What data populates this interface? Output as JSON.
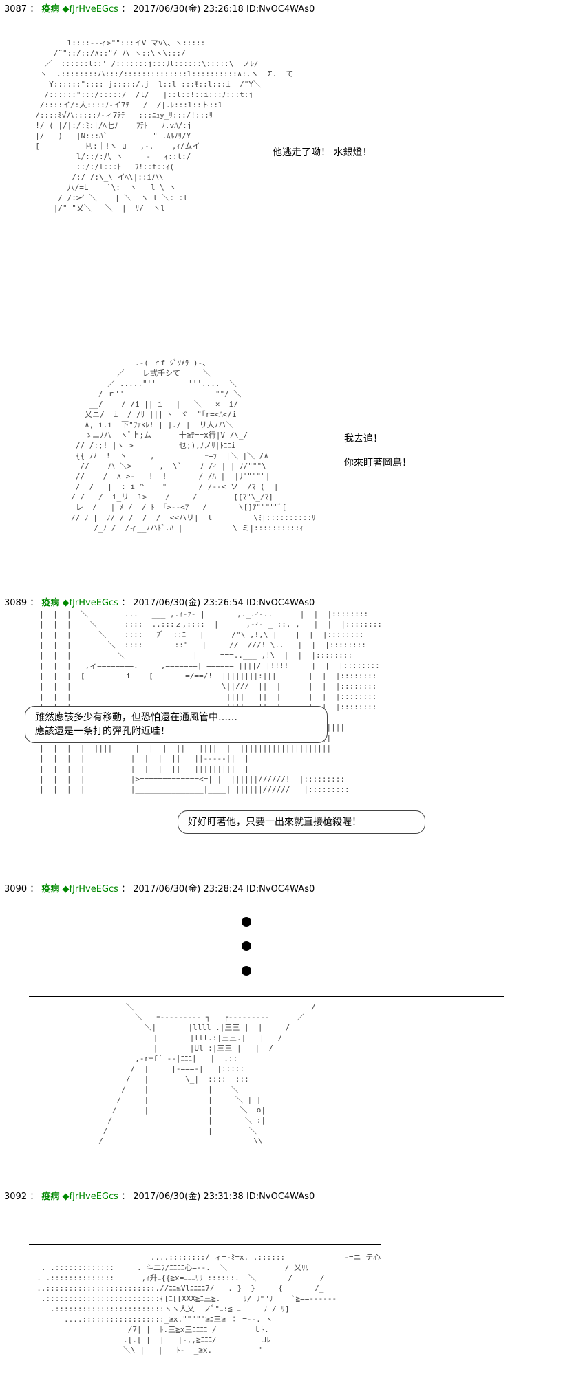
{
  "posts": [
    {
      "number": "3087",
      "name": "疫病",
      "trip": "◆fJrHveEGcs",
      "datetime": "2017/06/30(金) 23:26:18 ID:NvOC4WAs0"
    },
    {
      "number": "3089",
      "name": "疫病",
      "trip": "◆fJrHveEGcs",
      "datetime": "2017/06/30(金) 23:26:54 ID:NvOC4WAs0"
    },
    {
      "number": "3090",
      "name": "疫病",
      "trip": "◆fJrHveEGcs",
      "datetime": "2017/06/30(金) 23:28:24 ID:NvOC4WAs0"
    },
    {
      "number": "3092",
      "name": "疫病",
      "trip": "◆fJrHveEGcs",
      "datetime": "2017/06/30(金) 23:31:38 ID:NvOC4WAs0"
    }
  ],
  "dialogue": {
    "line1": "他逃走了呦！ 水銀燈！",
    "line2": "我去追！",
    "line3": "你來盯著岡島！",
    "bubble1_line1": "雖然應該多少有移動，但恐怕還在通風管中……",
    "bubble1_line2": "應該還是一条打的彈孔附近哇！",
    "bubble2": "好好盯著他，只要一出來就直接槍殺喔！"
  },
  "ascii_art": {
    "art1": "         l::::--ィ>\"\":::イV マv\\、ヽ:::::\n      /¨\"::/::/∧::\"/ ハ ヽ::\\ヽ\\:::/\n    ／  ::::::l::' /:::::::j:::ﾘl::::::\\:::::\\  ノﾚ/\n   ヽ  .::::::::ハ:::/::::::::::::::l::::::::::∧:.ヽ  Σ.  て\n     Y::::::\":::: j:::::/.j  l::l :::ﾓ::l:::i  /\"Y＼\n    /::::::\":::/:::::/  /l/   |::l::!::i:::ﾉ:::t:j\n   /::::イ/:人::::ﾉ-イ7ﾃ   /__/|.ﾚ:::l::ト::l\n  /::::ﾐ√ハ:::::ﾉ-ィ7ﾃﾃ   :::ﾆｭy_ﾘ:::/!:::ﾘ\n  !/ ( |/|:/:ﾐ:|/ﾍ七ﾉ    ﾌﾃﾄ   ﾉ.vﾊ/:j\n  |/   )   |N:::ﾊ`          \" .ﾑﾙﾉﾘ/Y\n  [          ﾄﾘ:｜!ヽ u   ,-.    ,ｨ/ムイ\n           l/::/:八 ヽ     -   ｨ::t:/\n           ::/:/l:::ﾄ   ﾌ!::t::ｨ(\n          /:/ /:\\_\\ イﾍ\\|::iハ\\\n         八/=L    `\\:  ヽ   l \\ ヽ\n       / /:>ｲ ＼    | ＼  ヽ l ＼:_:l\n      |/\" \"乂＼   ＼  |  ﾘ/  ヽl",
    "art2": "                .-( ｒf ｼﾞｿﾒﾗ )-、\n            ／    レ弍壬シて     ＼\n          ／ .....\"''       '''....  ＼\n        / ｒ''                    \"\"/ ＼\n      __/    / /i || i   |   ＼   ×  i/\n     乂ニ/  i  / /ﾘ ||| ﾄ  ヾ  \"｢r=<ﾊ</i\n     ∧, i.i  下\"ﾌﾃkﾚ! |_]./ |  リ人ﾉハ＼\n     ゝニﾉハ  ヽﾞ上;ム      十≧ﾃ==x行|V /\\_/\n   // /:;! |ヽ >          乜;),ﾉノﾘ|ﾄﾆﾆi\n   {{ ﾉﾉ  !  ヽ     ,           ｰ=ﾗ  |＼ |＼ /∧\n    //    ハ ＼>      ,  \\`    ﾉ /ｨ | | ﾉ/\"\"\"\\\n   //    /  ∧ >-   !  !       / /ﾊ |  |ﾘ\"\"\"\"\"|\n   /  /   |  : i ^    \"       / /--< ソ  /ﾏ (  |\n  / /   /  i_リ  l>    /     /        [[ﾏ\"\\_/ﾏ]\n   レ  /   | ﾒ /  / ﾄ 「>--<ｱ   /       \\[]ｱ\"\"\"\"\"ﾞ[\n  // ﾉ |  ﾉ/ / /  /  /  <<ハリ|  l         \\ﾐ|::::::::::ﾘ\n       /_ﾉ /  /ィ__ﾉハﾄﾞ.ﾊ |           \\ ミ|::::::::::ｨ",
    "art3": "  |  |  |  ＼        ...   ___ ,.ｨ-ｧ- |       ,._.ｨ-..      |  |  |::::::::\n  |  |  |    ＼      ::::  ..:::ｚ,::::  |      ,-ｨ- _ ::, ,   |  |  |::::::::\n  |  |  |      ＼    ::::   ﾌﾞ  ::ﾆ   |      /\"\\ ,!,\\ |    |  |  |::::::::\n  |  |  |        ＼  ::::       ::\"   |     //  ///! \\..   |  |  |::::::::\n  |  |  |          ＼               |     ===..___ ,!\\  |  |  |::::::::\n  |  |  |   ,ィ========.     ,=======| ====== ||||/ |!!!!     |  |  |::::::::\n  |  |  |  [_________i    [_______=/==/!  ||||||||:|||       |  |  |::::::::\n  |  |  |                                 \\||///  ||  |      |  |  |::::::::\n  |  |  |                                  ||||   ||  |      |  |  |::::::::\n  |  |  |                                  ||||   ||  |      |  |  |::::::::\n  ______                                   ||||   ||  |\n  ====_|  ====_ __    |__||  :  .....||   |||| ||||||||||||||||||||||\n  ____   ||||   /   ||||   |  |  ||   ||||---|||||||||||||||||||||\n  |  |  |  |  ||||     |  |  |  ||   ||||  |  ||||||||||||||||||||\n  |  |  |  |          |  |  |  ||   ||-----||  |\n  |  |  |  |          |  |  |  ||___|||||||||  |\n  |  |  |  |          |>=============<=| |  ||||||//////!  |:::::::::\n  |  |  |  |          |_______________|____| ||||||//////   |:::::::::",
    "art4": "        ＼                                       /\n          ＼   ｰ--------- ┐   ┌---------      ／\n            ＼|       |llll .|三三 |  |     /\n              |       |lll.:|三三.|   |   /\n              |       |Ul :|三三 |   |  /\n          ,-r─f´ ‐-|ﾆﾆﾆ|   |  .::\n         /  |     |-===-|   |:::::\n        /   |        \\_|  ::::  :::\n       /    |             |    ＼\n      /     |             |     ＼ | |\n     /      |             |      ＼  o|\n    /                     |       ＼ :|\n   /                      |        ＼\n  /                                 \\\\",
    "art5": "                           ....::::::::/ ィ=-ﾐ=x. .::::::             -=ニ テ心\n   . .:::::::::::::     . 斗二ﾌ/ﾆﾆﾆﾆ心=--.  ＼＿           / 乂ﾘﾘ\n  . .::::::::::::::      ,ｨ升ﾆ{{≧x=ﾆﾆﾆﾘﾘ ::::::.  ＼       /      /\n  ..::::::::::::::::::::::::.//ﾆﾆ≦Vlﾆﾆﾆﾆ7/   . }  }     {       /_\n   .:::::::::::::::::::::::::{[ﾆ[[XXX≧ﾆ三≧.     ﾘ/ ﾘ\"\"ﾘ    `≧==------\n     .::::::::::::::::::::::::ヽヽ人乂__ノﾞ\"ﾆ:≦ ﾆ     ﾉ / ﾘ]\n        ....::::::::::::::::::_≧x.\"\"\"\"\"≧ﾆ三≧ ︰ =--. ヽ\n                      /7| |  ﾄ.三≧x三ﾆﾆﾆﾆ /        ｌﾄ.\n                     .[.[ |  |   |-,,≧ﾆﾆﾆ/          Jﾚ\n                     ＼\\ |   |   ﾄ-  _≧x.          \""
  }
}
